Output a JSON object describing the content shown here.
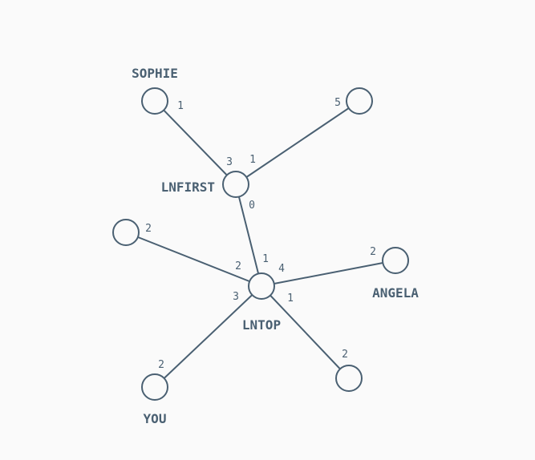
{
  "colors": {
    "background": "#fafafa",
    "stroke": "#4a6072",
    "text": "#4a6072"
  },
  "nodes": [
    {
      "id": "sophie",
      "label": "SOPHIE"
    },
    {
      "id": "top-right",
      "label": ""
    },
    {
      "id": "lnfirst",
      "label": "LNFIRST"
    },
    {
      "id": "left",
      "label": ""
    },
    {
      "id": "lntop",
      "label": "LNTOP"
    },
    {
      "id": "angela",
      "label": "ANGELA"
    },
    {
      "id": "you",
      "label": "YOU"
    },
    {
      "id": "bottom-right",
      "label": ""
    }
  ],
  "edges": [
    {
      "from": "sophie",
      "to": "lnfirst",
      "from_port": "1",
      "to_port": "3"
    },
    {
      "from": "top-right",
      "to": "lnfirst",
      "from_port": "5",
      "to_port": "1"
    },
    {
      "from": "lnfirst",
      "to": "lntop",
      "from_port": "0",
      "to_port": "1"
    },
    {
      "from": "left",
      "to": "lntop",
      "from_port": "2",
      "to_port": "2"
    },
    {
      "from": "angela",
      "to": "lntop",
      "from_port": "2",
      "to_port": "4"
    },
    {
      "from": "you",
      "to": "lntop",
      "from_port": "2",
      "to_port": "3"
    },
    {
      "from": "bottom-right",
      "to": "lntop",
      "from_port": "2",
      "to_port": "1"
    }
  ]
}
